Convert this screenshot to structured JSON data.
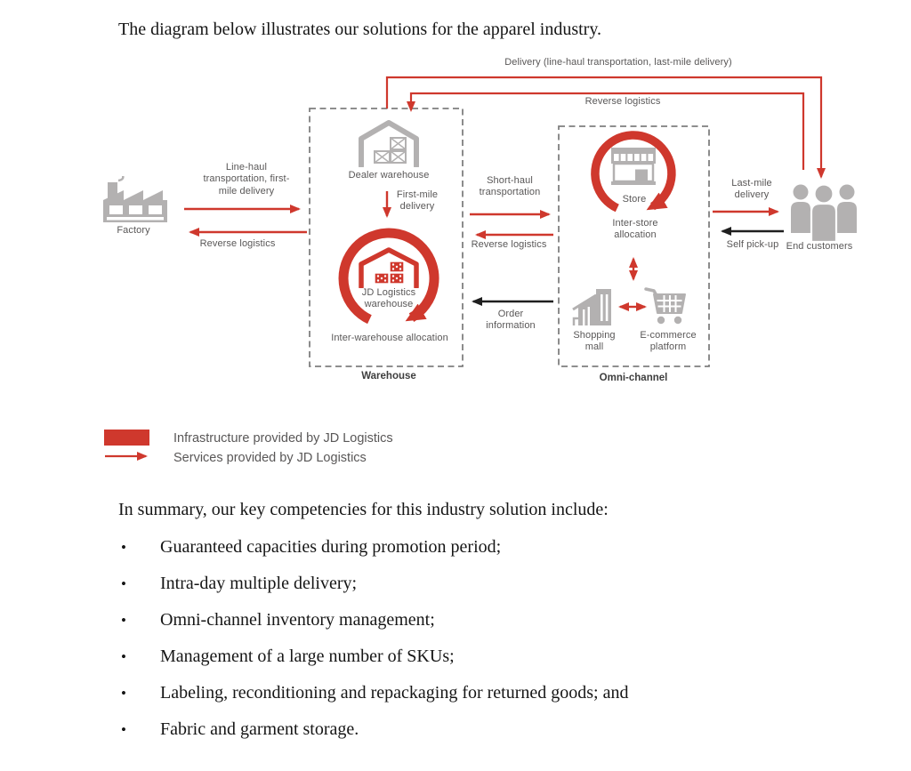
{
  "colors": {
    "red": "#cf382d",
    "icon_gray": "#b3b1b1",
    "dash_gray": "#7f7f7f",
    "label_gray": "#595757",
    "black": "#1f1f1f"
  },
  "intro": "The diagram below illustrates our solutions for the apparel industry.",
  "diagram": {
    "top": {
      "delivery": "Delivery (line-haul transportation, last-mile delivery)",
      "reverse": "Reverse logistics"
    },
    "factory": {
      "label": "Factory",
      "to_warehouse": "Line-haul transportation, first-mile delivery",
      "from_warehouse": "Reverse logistics"
    },
    "warehouse_box": {
      "caption": "Warehouse",
      "dealer": "Dealer warehouse",
      "first_mile": "First-mile delivery",
      "jd_warehouse": "JD Logistics warehouse",
      "allocation": "Inter-warehouse allocation"
    },
    "mid": {
      "short_haul": "Short-haul transportation",
      "reverse": "Reverse logistics",
      "order": "Order information"
    },
    "omni_box": {
      "caption": "Omni-channel",
      "store": "Store",
      "allocation": "Inter-store allocation",
      "mall": "Shopping mall",
      "ecommerce": "E-commerce platform"
    },
    "right": {
      "last_mile": "Last-mile delivery",
      "self_pickup": "Self pick-up",
      "end_customers": "End customers"
    }
  },
  "legend": {
    "infrastructure": "Infrastructure provided by JD Logistics",
    "services": "Services provided by JD Logistics"
  },
  "summary_heading": "In summary, our key competencies for this industry solution include:",
  "bullets": [
    "Guaranteed capacities during promotion period;",
    "Intra-day multiple delivery;",
    "Omni-channel inventory management;",
    "Management of a large number of SKUs;",
    "Labeling, reconditioning and repackaging for returned goods; and",
    "Fabric and garment storage."
  ]
}
